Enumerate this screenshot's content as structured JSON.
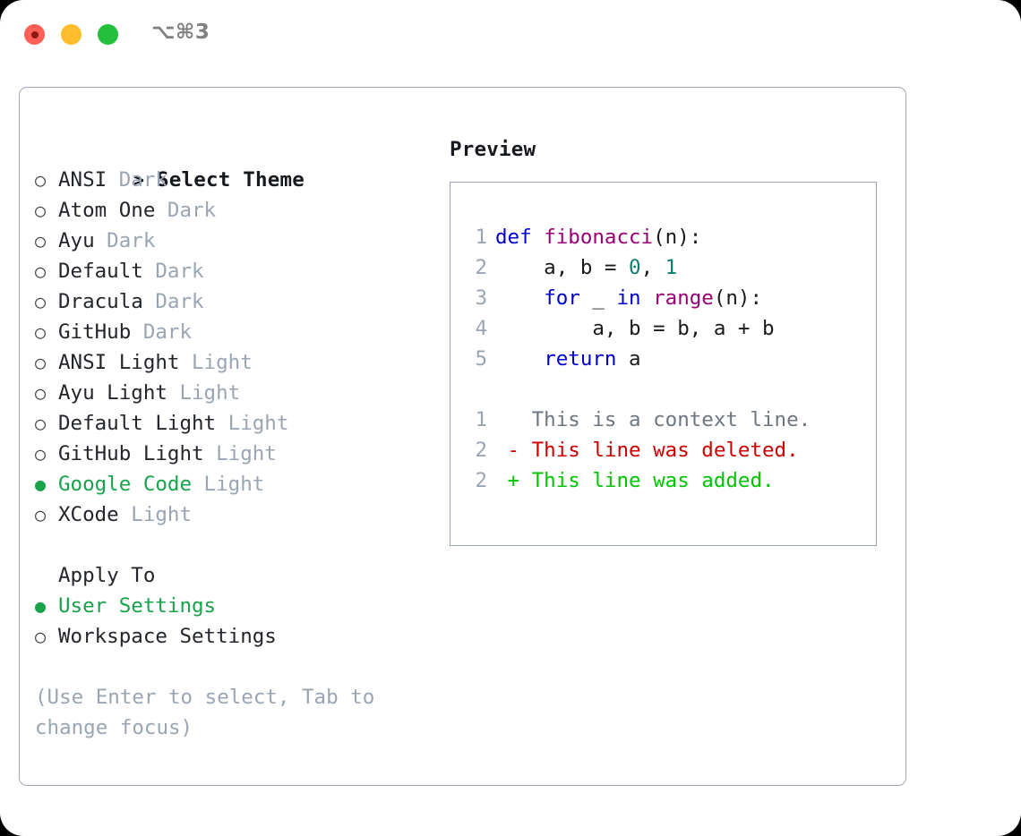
{
  "window": {
    "shortcut_label": "⌥⌘3",
    "traffic_lights": [
      {
        "name": "close",
        "color": "#FF6159"
      },
      {
        "name": "minimize",
        "color": "#FFBD2E"
      },
      {
        "name": "maximize",
        "color": "#23C03C"
      }
    ]
  },
  "theme_picker": {
    "header_marker": ">",
    "header_label": "Select Theme",
    "marker_selected": "●",
    "marker_unselected": "○",
    "accent_color": "#16A34A",
    "variant_color": "#9AA5B4",
    "items": [
      {
        "name": "ANSI",
        "variant": "Dark",
        "selected": false
      },
      {
        "name": "Atom One",
        "variant": "Dark",
        "selected": false
      },
      {
        "name": "Ayu",
        "variant": "Dark",
        "selected": false
      },
      {
        "name": "Default",
        "variant": "Dark",
        "selected": false
      },
      {
        "name": "Dracula",
        "variant": "Dark",
        "selected": false
      },
      {
        "name": "GitHub",
        "variant": "Dark",
        "selected": false
      },
      {
        "name": "ANSI Light",
        "variant": "Light",
        "selected": false
      },
      {
        "name": "Ayu Light",
        "variant": "Light",
        "selected": false
      },
      {
        "name": "Default Light",
        "variant": "Light",
        "selected": false
      },
      {
        "name": "GitHub Light",
        "variant": "Light",
        "selected": false
      },
      {
        "name": "Google Code",
        "variant": "Light",
        "selected": true
      },
      {
        "name": "XCode",
        "variant": "Light",
        "selected": false
      }
    ]
  },
  "apply_to": {
    "header_label": "Apply To",
    "items": [
      {
        "name": "User Settings",
        "selected": true
      },
      {
        "name": "Workspace Settings",
        "selected": false
      }
    ]
  },
  "hint": {
    "text": "(Use Enter to select, Tab to change focus)"
  },
  "preview": {
    "header_label": "Preview",
    "border_color": "#9AA5B4",
    "code": {
      "language": "python",
      "linenos": [
        "1",
        "2",
        "3",
        "4",
        "5"
      ],
      "lines": [
        {
          "no": "1",
          "tokens": [
            {
              "t": "def",
              "c": "kw"
            },
            {
              "t": " ",
              "c": "pun"
            },
            {
              "t": "fibonacci",
              "c": "fn"
            },
            {
              "t": "(n):",
              "c": "pun"
            }
          ]
        },
        {
          "no": "2",
          "tokens": [
            {
              "t": "    a, b = ",
              "c": "pun"
            },
            {
              "t": "0",
              "c": "num"
            },
            {
              "t": ", ",
              "c": "pun"
            },
            {
              "t": "1",
              "c": "num"
            }
          ]
        },
        {
          "no": "3",
          "tokens": [
            {
              "t": "    ",
              "c": "pun"
            },
            {
              "t": "for",
              "c": "kw"
            },
            {
              "t": " _ ",
              "c": "pun"
            },
            {
              "t": "in",
              "c": "kw"
            },
            {
              "t": " ",
              "c": "pun"
            },
            {
              "t": "range",
              "c": "fn"
            },
            {
              "t": "(n):",
              "c": "pun"
            }
          ]
        },
        {
          "no": "4",
          "tokens": [
            {
              "t": "        a, b = b, a + b",
              "c": "pun"
            }
          ]
        },
        {
          "no": "5",
          "tokens": [
            {
              "t": "    ",
              "c": "pun"
            },
            {
              "t": "return",
              "c": "kw"
            },
            {
              "t": " a",
              "c": "pun"
            }
          ]
        }
      ]
    },
    "diff": {
      "lines": [
        {
          "no": "1",
          "sign": " ",
          "text": "This is a context line.",
          "kind": "ctx"
        },
        {
          "no": "2",
          "sign": "-",
          "text": "This line was deleted.",
          "kind": "del"
        },
        {
          "no": "2",
          "sign": "+",
          "text": "This line was added.",
          "kind": "add"
        }
      ],
      "context_color": "#6E7681",
      "deleted_color": "#CC0000",
      "added_color": "#00C400"
    },
    "syntax_colors": {
      "keyword": "#0000CC",
      "function": "#990073",
      "number": "#0E7C6B",
      "plain": "#1A1A1A",
      "lineno": "#9AA5B4"
    }
  }
}
